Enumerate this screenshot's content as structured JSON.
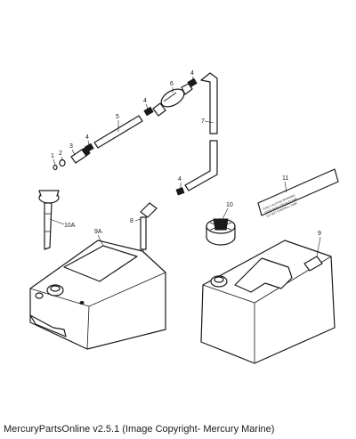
{
  "caption": "MercuryPartsOnline v2.5.1 (Image Copyright- Mercury Marine)",
  "callouts": {
    "c1": "1",
    "c2": "2",
    "c3": "3",
    "c4a": "4",
    "c4b": "4",
    "c4c": "4",
    "c4d": "4",
    "c5": "5",
    "c6": "6",
    "c7": "7",
    "c8": "8",
    "c9": "9",
    "c9a": "9A",
    "c10": "10",
    "c10a": "10A",
    "c11": "11"
  },
  "decal_text": {
    "line1": "FUEL CAUTION WARNING",
    "line2": "KEEP AWAY FROM FLAME",
    "line3": "DO NOT OVERFILL TANK"
  }
}
